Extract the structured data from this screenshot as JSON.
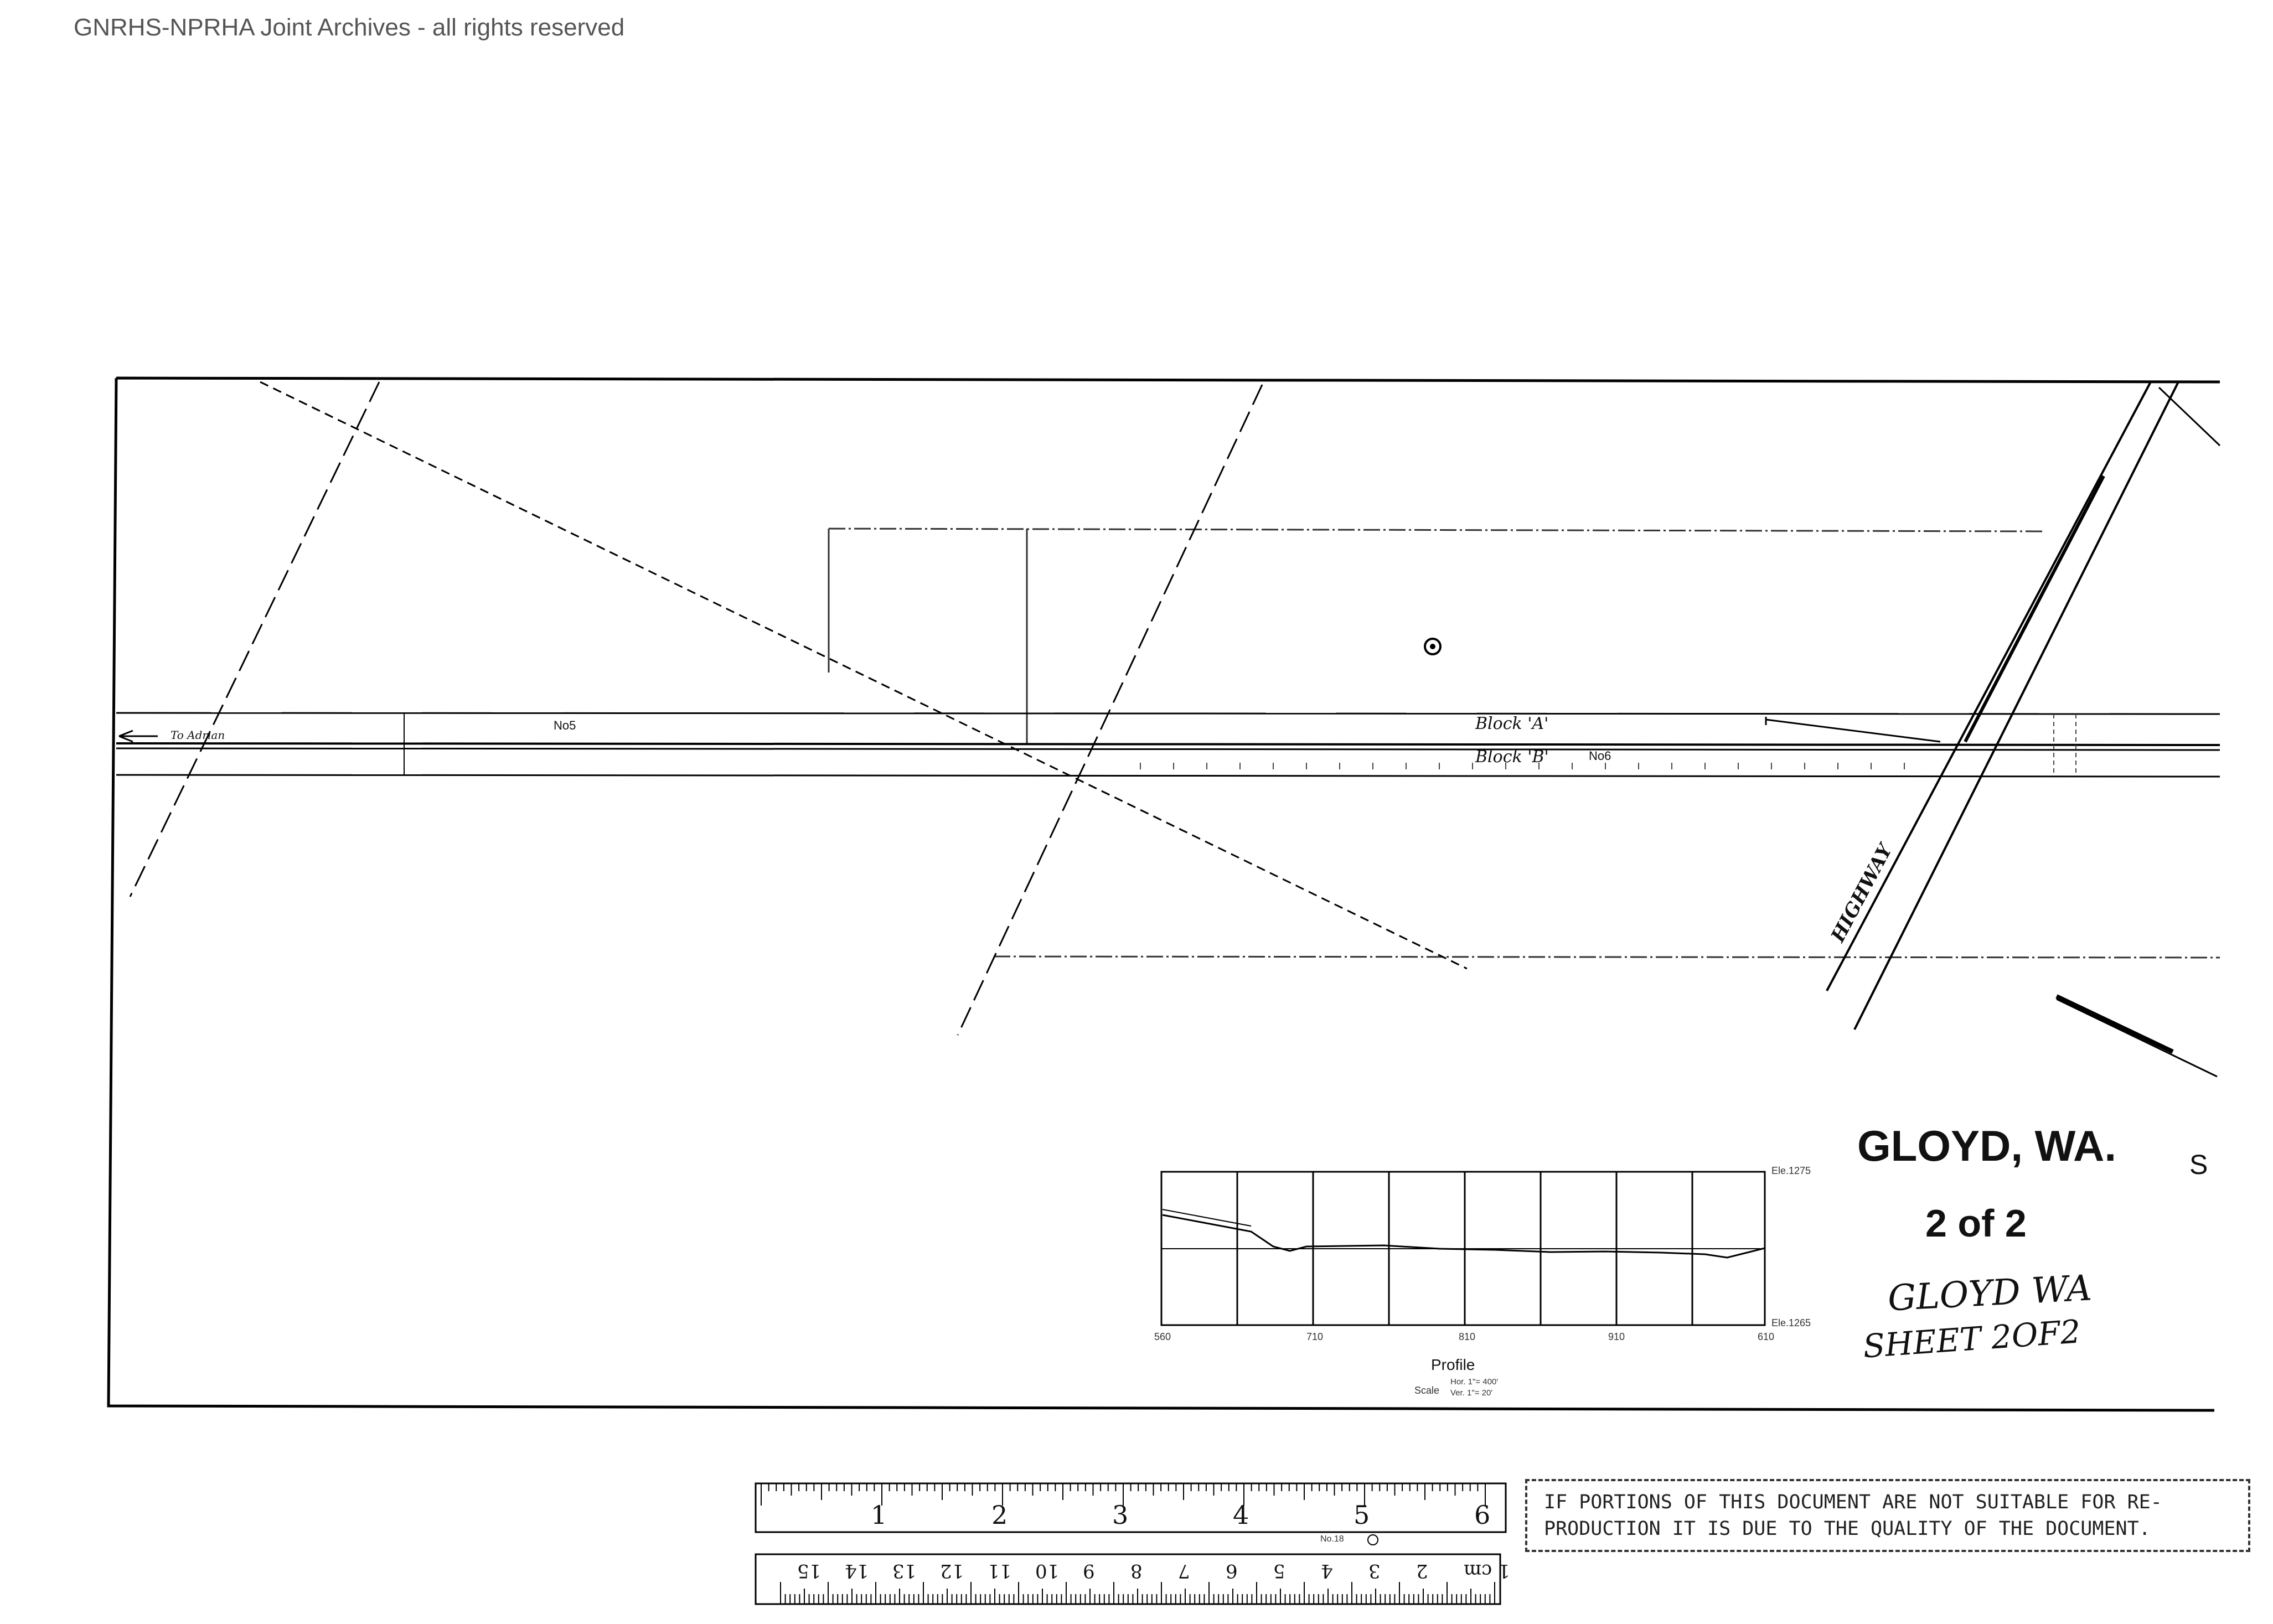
{
  "watermark": "GNRHS-NPRHA Joint Archives - all rights reserved",
  "title": {
    "place": "GLOYD, WA.",
    "sheet": "2 of 2"
  },
  "handwritten": {
    "place": "GLOYD WA",
    "sheet": "SHEET 2OF2"
  },
  "map_labels": {
    "block_a": "Block 'A'",
    "block_b": "Block 'B'",
    "track_5": "No5",
    "track_6": "No6",
    "to_adrian": "To Adrian",
    "highway": "HIGHWAY"
  },
  "profile": {
    "label": "Profile",
    "scale_word": "Scale",
    "scale_hor": "Hor. 1\"= 400'",
    "scale_ver": "Ver. 1\"= 20'",
    "elev_top": "Ele.1275",
    "elev_bottom": "Ele.1265",
    "x_ticks": [
      "560",
      "710",
      "810",
      "910",
      "610"
    ]
  },
  "ruler": {
    "inches": [
      "1",
      "2",
      "3",
      "4",
      "5",
      "6"
    ],
    "cm": [
      "1 cm",
      "2",
      "3",
      "4",
      "5",
      "6",
      "7",
      "8",
      "9",
      "10",
      "11",
      "12",
      "13",
      "14",
      "15"
    ],
    "model": "No.18"
  },
  "stamp": {
    "line1": "IF PORTIONS OF THIS DOCUMENT ARE NOT SUITABLE FOR RE-",
    "line2": "PRODUCTION IT IS DUE TO THE QUALITY OF THE DOCUMENT."
  },
  "margin_mark": "S"
}
